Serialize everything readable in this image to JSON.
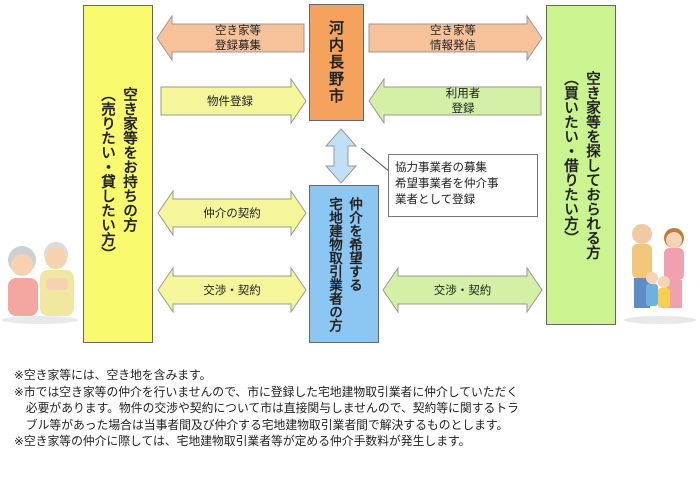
{
  "boxes": {
    "owner": "空き家等をお持ちの方\n（売りたい・貸したい方）",
    "city": "河内長野市",
    "seeker": "空き家等を探しておられる方\n（買いたい・借りたい方）",
    "broker": "仲介を希望する\n宅地建物取引業者の方"
  },
  "arrows": {
    "vacancy_recruit": "空き家等\n登録募集",
    "property_register": "物件登録",
    "info_share": "空き家等\n情報発信",
    "user_register": "利用者\n登録",
    "brokerage_contract": "仲介の契約",
    "negotiation_left": "交渉・契約",
    "negotiation_right": "交渉・契約"
  },
  "callout": "協力事業者の募集\n希望事業者を仲介事\n業者として登録",
  "notes": [
    "※空き家等には、空き地を含みます。",
    "※市では空き家等の仲介を行いませんので、市に登録した宅地建物取引業者に仲介していただく\n　必要があります。物件の交渉や契約について市は直接関与しませんので、契約等に関するトラ\n　ブル等があった場合は当事者間及び仲介する宅地建物取引業者間で解決するものとします。",
    "※空き家等の仲介に際しては、宅地建物取引業者等が定める仲介手数料が発生します。"
  ],
  "colors": {
    "owner_box": "#fafa6e",
    "seeker_box": "#c9f490",
    "city_box": "#f5a25d",
    "broker_box": "#8cc6f2",
    "arrow_orange": "#f7c29a",
    "arrow_yellow": "#f5f59a",
    "arrow_green": "#d3f0a6",
    "arrow_blue": "#bfe0f7"
  },
  "icons": {
    "left_figure": "elderly-couple-illustration",
    "right_figure": "family-illustration"
  }
}
